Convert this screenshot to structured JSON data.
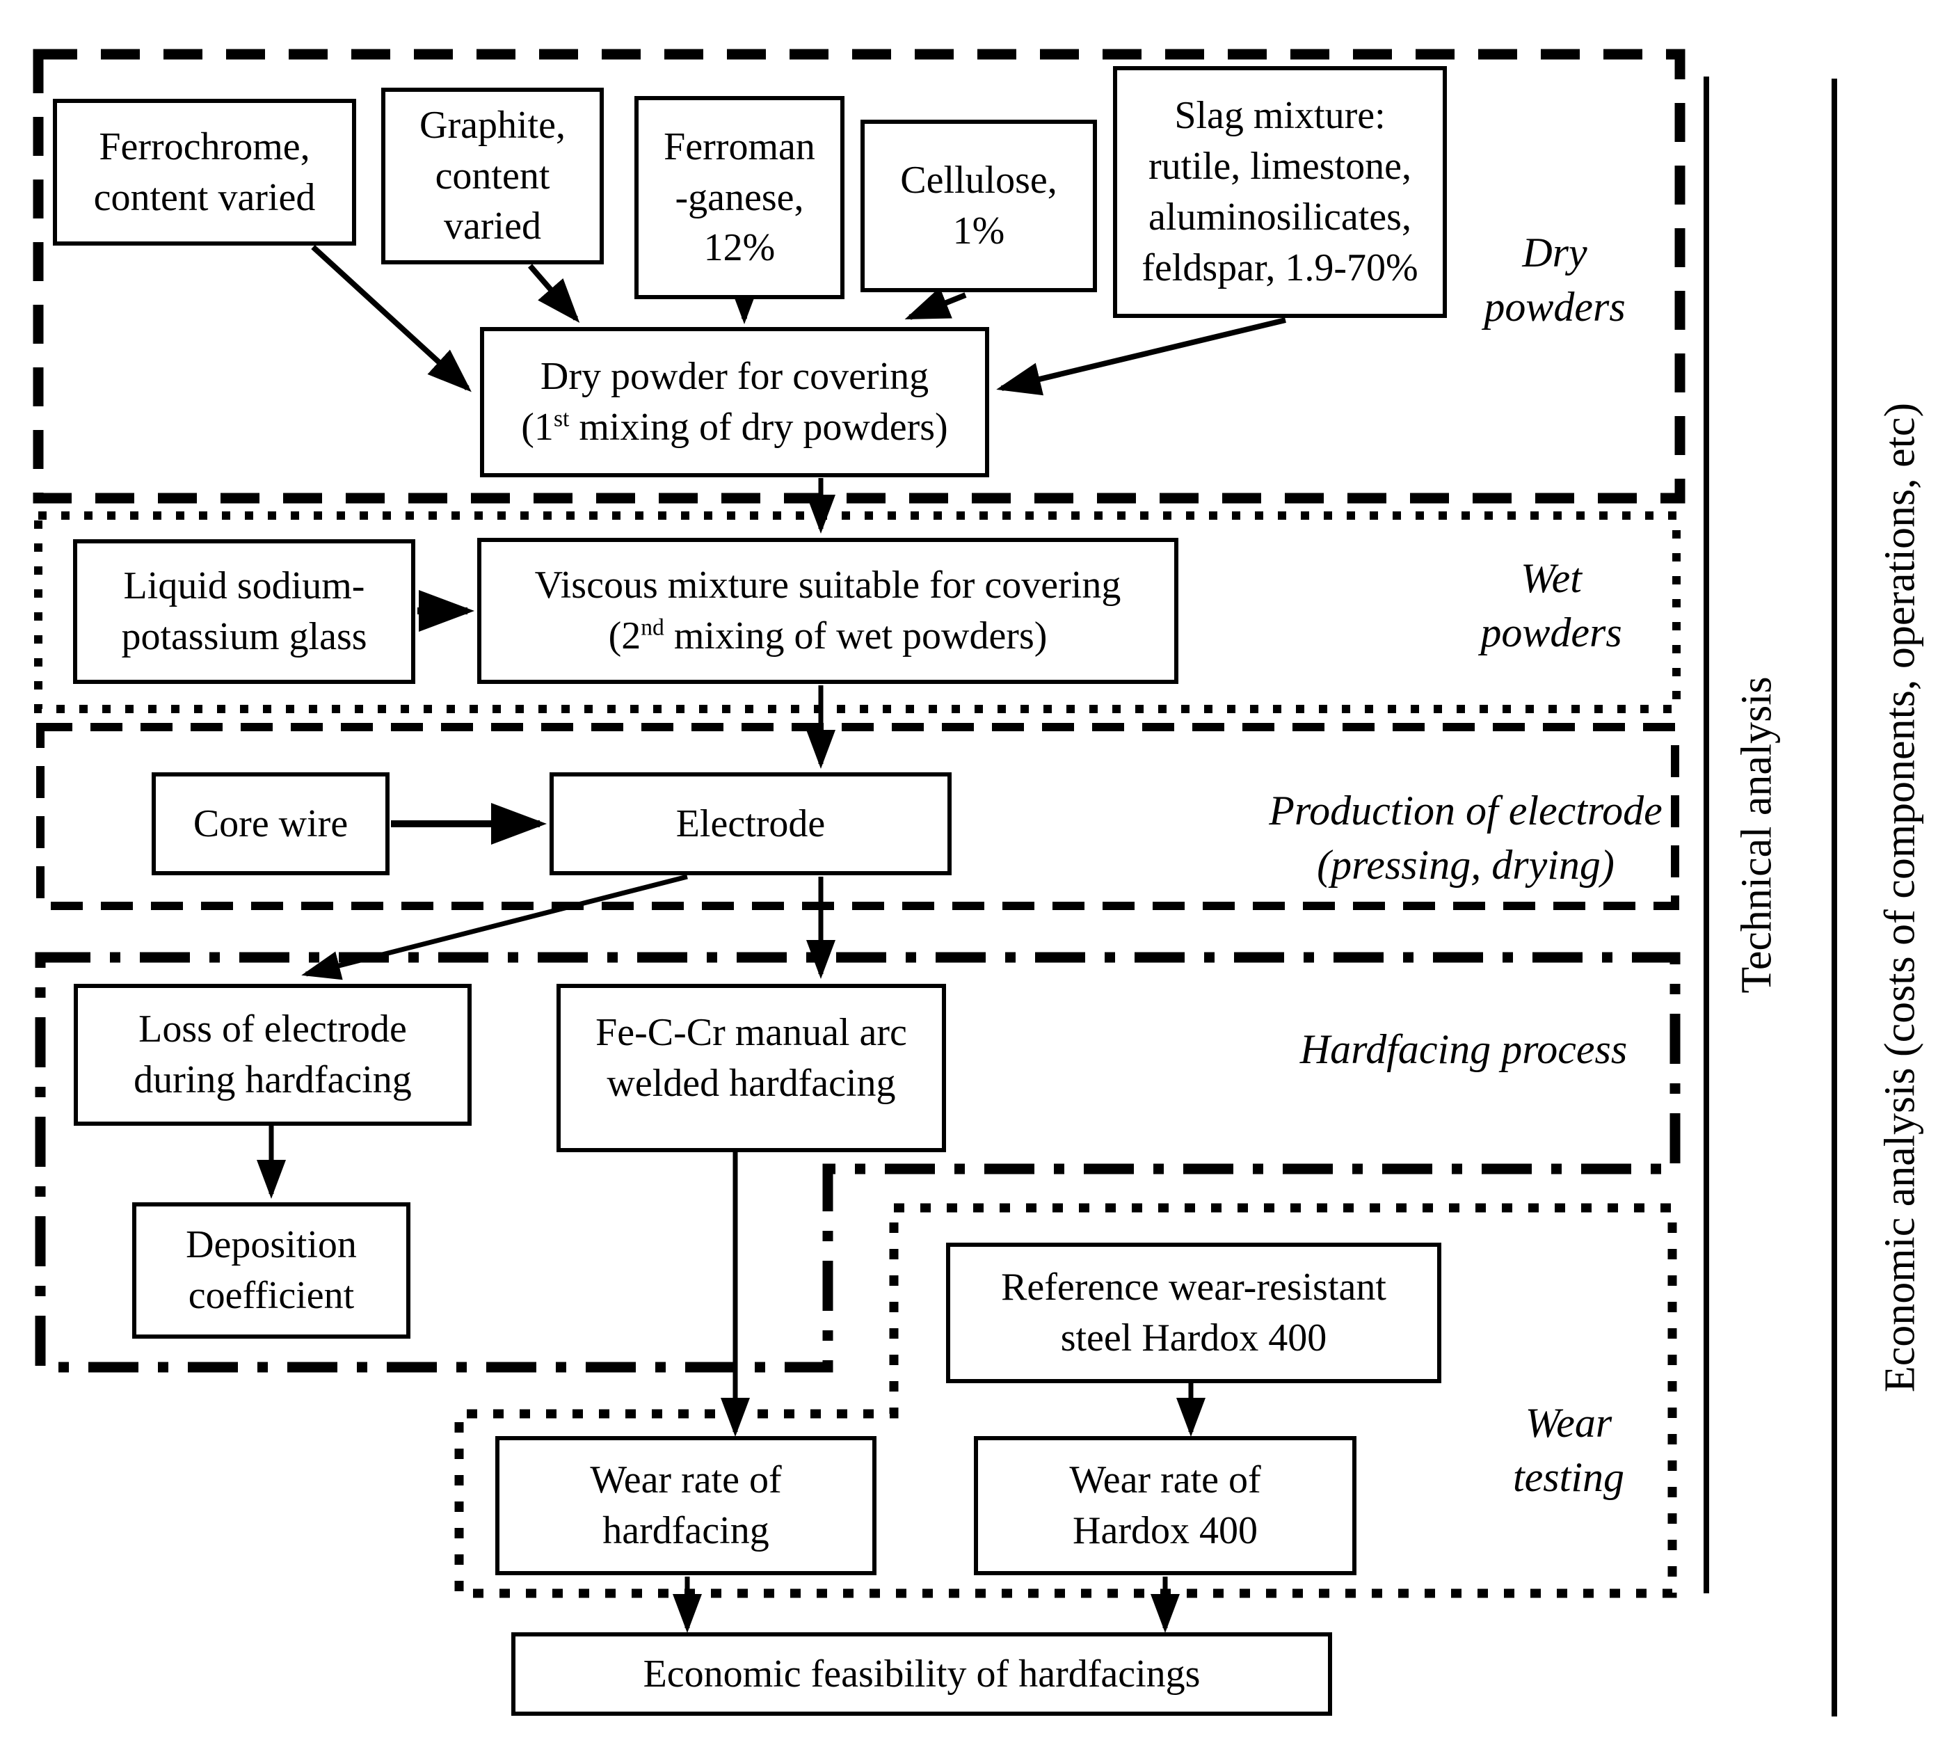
{
  "boxes": {
    "ferrochrome": {
      "line1": "Ferrochrome,",
      "line2": "content varied"
    },
    "graphite": {
      "line1": "Graphite,",
      "line2": "content",
      "line3": "varied"
    },
    "ferromanganese": {
      "line1": "Ferroman",
      "line2": "-ganese,",
      "line3": "12%"
    },
    "cellulose": {
      "line1": "Cellulose,",
      "line2": "1%"
    },
    "slag": {
      "line1": "Slag mixture:",
      "line2": "rutile, limestone,",
      "line3": "aluminosilicates,",
      "line4": "feldspar, 1.9-70%"
    },
    "dry_powder": {
      "line1": "Dry powder for covering",
      "line2_pre": "(1",
      "line2_sup": "st",
      "line2_post": " mixing of dry powders)"
    },
    "liquid_glass": {
      "line1": "Liquid sodium-",
      "line2": "potassium glass"
    },
    "viscous": {
      "line1": "Viscous mixture suitable for covering",
      "line2_pre": "(2",
      "line2_sup": "nd",
      "line2_post": " mixing of wet powders)"
    },
    "core_wire": {
      "line1": "Core wire"
    },
    "electrode": {
      "line1": "Electrode"
    },
    "loss": {
      "line1": "Loss of electrode",
      "line2": "during hardfacing"
    },
    "feccr": {
      "line1": "Fe-C-Cr manual arc",
      "line2": "welded hardfacing"
    },
    "deposition": {
      "line1": "Deposition",
      "line2": "coefficient"
    },
    "reference": {
      "line1": "Reference wear-resistant",
      "line2": "steel Hardox 400"
    },
    "wear_hardfacing": {
      "line1": "Wear rate of",
      "line2": "hardfacing"
    },
    "wear_hardox": {
      "line1": "Wear rate of",
      "line2": "Hardox 400"
    },
    "economic": {
      "line1": "Economic feasibility of hardfacings"
    }
  },
  "section_labels": {
    "dry": {
      "line1": "Dry",
      "line2": "powders"
    },
    "wet": {
      "line1": "Wet",
      "line2": "powders"
    },
    "production": {
      "line1": "Production of electrode",
      "line2": "(pressing, drying)"
    },
    "hardfacing": {
      "line1": "Hardfacing process"
    },
    "wear": {
      "line1": "Wear",
      "line2": "testing"
    }
  },
  "side_labels": {
    "technical": "Technical analysis",
    "economic": "Economic analysis (costs of components, operations, etc)"
  },
  "colors": {
    "ink": "#000000",
    "background": "#ffffff"
  }
}
